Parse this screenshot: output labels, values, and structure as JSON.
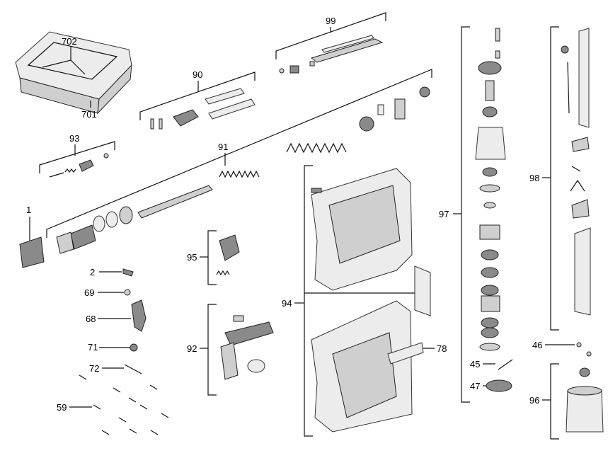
{
  "callouts": {
    "c702": "702",
    "c701": "701",
    "c99": "99",
    "c90": "90",
    "c93": "93",
    "c91": "91",
    "c1": "1",
    "c2": "2",
    "c69": "69",
    "c68": "68",
    "c71": "71",
    "c72": "72",
    "c59": "59",
    "c95": "95",
    "c92": "92",
    "c94": "94",
    "c78": "78",
    "c97": "97",
    "c45": "45",
    "c47": "47",
    "c98": "98",
    "c46": "46",
    "c96": "96"
  }
}
